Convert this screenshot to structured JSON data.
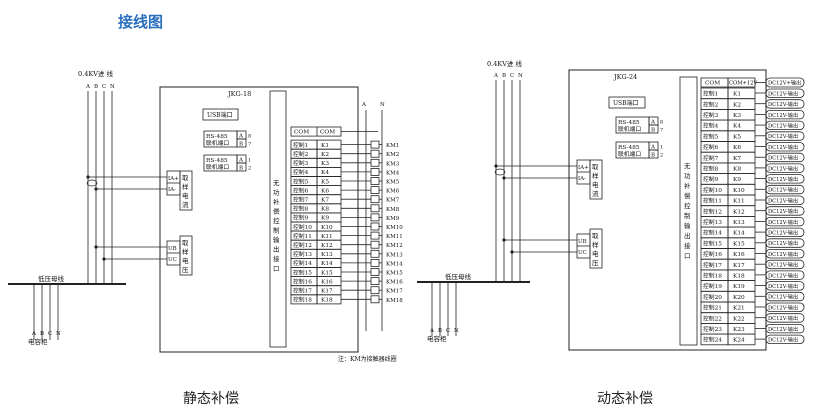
{
  "page_title": "接线图",
  "static": {
    "caption": "静态补偿",
    "device_model": "JKG-18",
    "usb_label": "USB端口",
    "rs485": [
      {
        "name_1": "RS-485",
        "name_2": "联机端口",
        "a": "A",
        "b": "B",
        "pin_a": "8",
        "pin_b": "7"
      },
      {
        "name_1": "RS-485",
        "name_2": "联机端口",
        "a": "A",
        "b": "B",
        "pin_a": "1",
        "pin_b": "2"
      }
    ],
    "current_sample": {
      "p1": "IA+",
      "p2": "IA-",
      "label": [
        "取",
        "样",
        "电",
        "流"
      ]
    },
    "voltage_sample": {
      "p1": "UB",
      "p2": "UC",
      "label": [
        "取",
        "样",
        "电",
        "压"
      ]
    },
    "vertical_label": [
      "无",
      "功",
      "补",
      "偿",
      "控",
      "制",
      "输",
      "出",
      "接",
      "口"
    ],
    "incoming_label": "0.4KV进 线",
    "phase_labels": [
      "A",
      "B",
      "C",
      "N"
    ],
    "right_phases": [
      "A",
      "N"
    ],
    "bus_label": "低压母线",
    "cabinet_label": "电容柜",
    "cabinet_phases": [
      "A",
      "B",
      "C",
      "N"
    ],
    "com_row": {
      "left": "COM",
      "right": "COM"
    },
    "channels": [
      {
        "name": "控制1",
        "k": "K1",
        "km": "KM1"
      },
      {
        "name": "控制2",
        "k": "K2",
        "km": "KM2"
      },
      {
        "name": "控制3",
        "k": "K3",
        "km": "KM3"
      },
      {
        "name": "控制4",
        "k": "K4",
        "km": "KM4"
      },
      {
        "name": "控制5",
        "k": "K5",
        "km": "KM5"
      },
      {
        "name": "控制6",
        "k": "K6",
        "km": "KM6"
      },
      {
        "name": "控制7",
        "k": "K7",
        "km": "KM7"
      },
      {
        "name": "控制8",
        "k": "K8",
        "km": "KM8"
      },
      {
        "name": "控制9",
        "k": "K9",
        "km": "KM9"
      },
      {
        "name": "控制10",
        "k": "K10",
        "km": "KM10"
      },
      {
        "name": "控制11",
        "k": "K11",
        "km": "KM11"
      },
      {
        "name": "控制12",
        "k": "K12",
        "km": "KM12"
      },
      {
        "name": "控制13",
        "k": "K13",
        "km": "KM13"
      },
      {
        "name": "控制14",
        "k": "K14",
        "km": "KM14"
      },
      {
        "name": "控制15",
        "k": "K15",
        "km": "KM15"
      },
      {
        "name": "控制16",
        "k": "K16",
        "km": "KM16"
      },
      {
        "name": "控制17",
        "k": "K17",
        "km": "KM17"
      },
      {
        "name": "控制18",
        "k": "K18",
        "km": "KM18"
      }
    ],
    "note": "注：KM为接触器线圈"
  },
  "dynamic": {
    "caption": "动态补偿",
    "device_model": "JKG-24",
    "usb_label": "USB端口",
    "rs485": [
      {
        "name_1": "RS-485",
        "name_2": "联机端口",
        "a": "A",
        "b": "B",
        "pin_a": "8",
        "pin_b": "7"
      },
      {
        "name_1": "RS-485",
        "name_2": "联机端口",
        "a": "A",
        "b": "B",
        "pin_a": "1",
        "pin_b": "2"
      }
    ],
    "current_sample": {
      "p1": "IA+",
      "p2": "IA-",
      "label": [
        "取",
        "样",
        "电",
        "流"
      ]
    },
    "voltage_sample": {
      "p1": "UB",
      "p2": "UC",
      "label": [
        "取",
        "样",
        "电",
        "压"
      ]
    },
    "vertical_label": [
      "无",
      "功",
      "补",
      "偿",
      "控",
      "制",
      "输",
      "出",
      "接",
      "口"
    ],
    "incoming_label": "0.4KV进 线",
    "phase_labels": [
      "A",
      "B",
      "C",
      "N"
    ],
    "bus_label": "低压母线",
    "cabinet_label": "电容柜",
    "cabinet_phases": [
      "A",
      "B",
      "C",
      "N"
    ],
    "com_row": {
      "left": "COM",
      "right": "COM+12V",
      "out": "DC12V+输出"
    },
    "channels": [
      {
        "name": "控制1",
        "k": "K1",
        "out": "DC12V-输出"
      },
      {
        "name": "控制2",
        "k": "K2",
        "out": "DC12V-输出"
      },
      {
        "name": "控制3",
        "k": "K3",
        "out": "DC12V-输出"
      },
      {
        "name": "控制4",
        "k": "K4",
        "out": "DC12V-输出"
      },
      {
        "name": "控制5",
        "k": "K5",
        "out": "DC12V-输出"
      },
      {
        "name": "控制6",
        "k": "K6",
        "out": "DC12V-输出"
      },
      {
        "name": "控制7",
        "k": "K7",
        "out": "DC12V-输出"
      },
      {
        "name": "控制8",
        "k": "K8",
        "out": "DC12V-输出"
      },
      {
        "name": "控制9",
        "k": "K9",
        "out": "DC12V-输出"
      },
      {
        "name": "控制10",
        "k": "K10",
        "out": "DC12V-输出"
      },
      {
        "name": "控制11",
        "k": "K11",
        "out": "DC12V-输出"
      },
      {
        "name": "控制12",
        "k": "K12",
        "out": "DC12V-输出"
      },
      {
        "name": "控制13",
        "k": "K13",
        "out": "DC12V-输出"
      },
      {
        "name": "控制14",
        "k": "K14",
        "out": "DC12V-输出"
      },
      {
        "name": "控制15",
        "k": "K15",
        "out": "DC12V-输出"
      },
      {
        "name": "控制16",
        "k": "K16",
        "out": "DC12V-输出"
      },
      {
        "name": "控制17",
        "k": "K17",
        "out": "DC12V-输出"
      },
      {
        "name": "控制18",
        "k": "K18",
        "out": "DC12V-输出"
      },
      {
        "name": "控制19",
        "k": "K19",
        "out": "DC12V-输出"
      },
      {
        "name": "控制20",
        "k": "K20",
        "out": "DC12V-输出"
      },
      {
        "name": "控制21",
        "k": "K21",
        "out": "DC12V-输出"
      },
      {
        "name": "控制22",
        "k": "K22",
        "out": "DC12V-输出"
      },
      {
        "name": "控制23",
        "k": "K23",
        "out": "DC12V-输出"
      },
      {
        "name": "控制24",
        "k": "K24",
        "out": "DC12V-输出"
      }
    ]
  }
}
